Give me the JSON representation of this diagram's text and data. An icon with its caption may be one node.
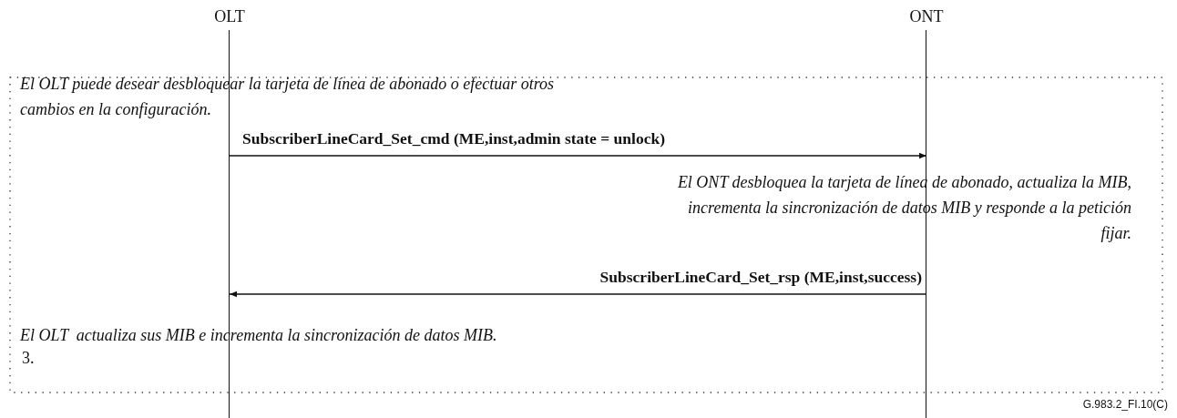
{
  "diagram": {
    "nodes": [
      {
        "text": [
          "OLT"
        ]
      },
      {
        "text": [
          "ONT"
        ]
      }
    ],
    "edges": [
      {
        "from": 0,
        "to": 1,
        "arrow": "to",
        "label": "SubscriberLineCard_Set_cmd (ME,inst,admin state = unlock)"
      },
      {
        "from": 1,
        "to": 0,
        "arrow": "to",
        "label": "SubscriberLineCard_Set_rsp (ME,inst,success)"
      }
    ],
    "labels": [
      "El OLT puede desear desbloquear la tarjeta de línea de abonado o efectuar otros cambios en la configuración.",
      "El ONT desbloquea la tarjeta de línea de abonado, actualiza la MIB, incrementa la sincronización de datos MIB y responde a la petición fijar.",
      "El OLT  actualiza sus MIB e incrementa la sincronización de datos MIB.",
      "3.",
      "G.983.2_FI.10(C)"
    ]
  }
}
